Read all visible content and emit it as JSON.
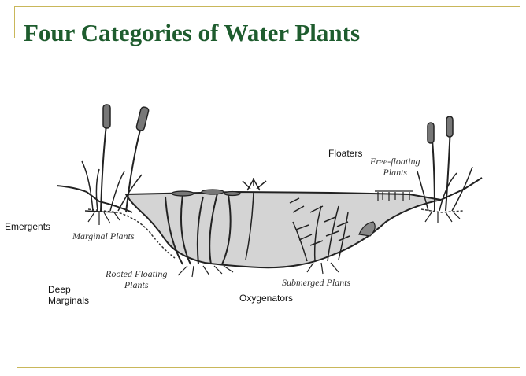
{
  "slide": {
    "title": "Four Categories of Water Plants",
    "colors": {
      "title": "#1e5c2e",
      "rule": "#c9b75a",
      "ink": "#222222",
      "water": "#d4d4d4"
    }
  },
  "labels": {
    "emergents": "Emergents",
    "floaters": "Floaters",
    "deep_marginals": [
      "Deep",
      "Marginals"
    ],
    "oxygenators": "Oxygenators"
  },
  "diagram_labels": {
    "marginal": "Marginal Plants",
    "rooted_floating": [
      "Rooted Floating",
      "Plants"
    ],
    "free_floating": [
      "Free-floating",
      "Plants"
    ],
    "submerged": "Submerged Plants"
  }
}
